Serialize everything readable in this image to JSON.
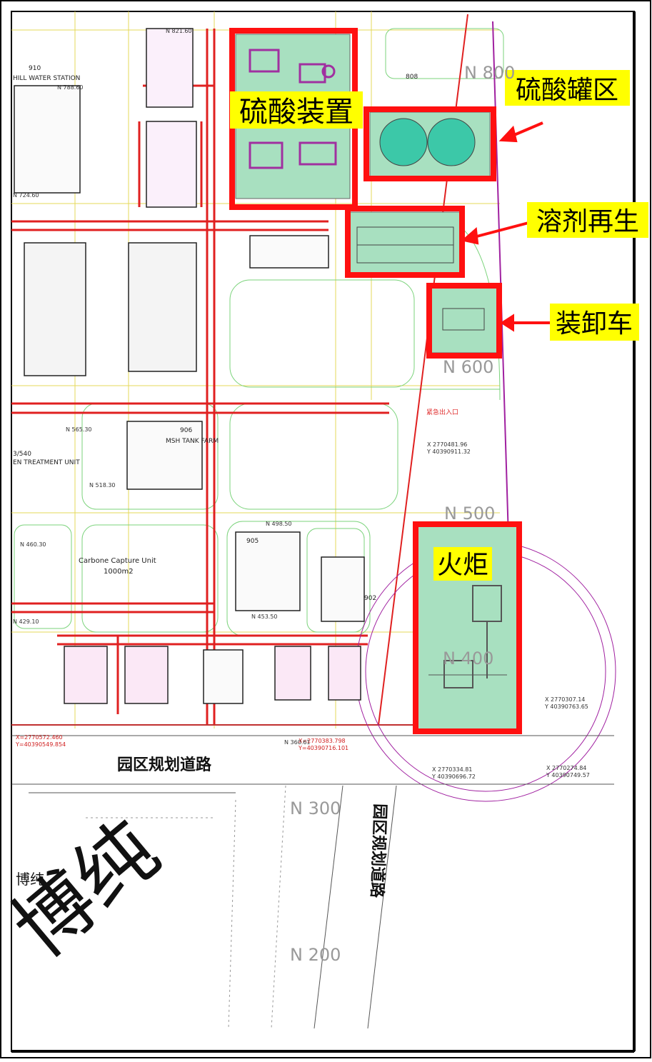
{
  "callouts": {
    "sulfuric_unit": "硫酸装置",
    "tank_area": "硫酸罐区",
    "solvent_regen": "溶剂再生",
    "loading": "装卸车",
    "flare": "火炬"
  },
  "roads": {
    "road_h": "园区规划道路",
    "road_v": "园区规划道路"
  },
  "grid_labels": {
    "n800": "N 800",
    "n600": "N 600",
    "n500": "N 500",
    "n400": "N 400",
    "n300": "N 300",
    "n200": "N 200"
  },
  "small_labels": {
    "chill_station_no": "910",
    "chill_station": "HILL WATER STATION",
    "unit_808": "808",
    "unit_906": "906",
    "unit_906_name": "MSH TANK FARM",
    "unit_905": "905",
    "unit_902": "902",
    "carbon_capture": "Carbone Capture Unit",
    "carbon_area": "1000m2",
    "treatment": "EN TREATMENT UNIT",
    "unit_540": "3/540",
    "emergency": "紧急出入口"
  },
  "coords": {
    "c1": "X 2770481.96",
    "c2": "Y 40390911.32",
    "c3": "X 2770307.14",
    "c4": "Y 40390763.65",
    "c5": "X 2770334.81",
    "c6": "Y 40390696.72",
    "c7": "X 2770274.84",
    "c8": "Y 40390749.57",
    "c9": "X=2770572.460",
    "c10": "Y=40390549.854",
    "c11": "X=2770383.798",
    "c12": "Y=40390716.101",
    "n1": "N 821.60",
    "n2": "N 788.60",
    "n3": "N 724.60",
    "n4": "N 565.30",
    "n5": "N 518.30",
    "n6": "N 460.30",
    "n7": "N 429.10",
    "n8": "N 453.50",
    "n9": "N 498.50",
    "n10": "N 360.61"
  },
  "watermark": "博纯",
  "watermark2": "博纯"
}
